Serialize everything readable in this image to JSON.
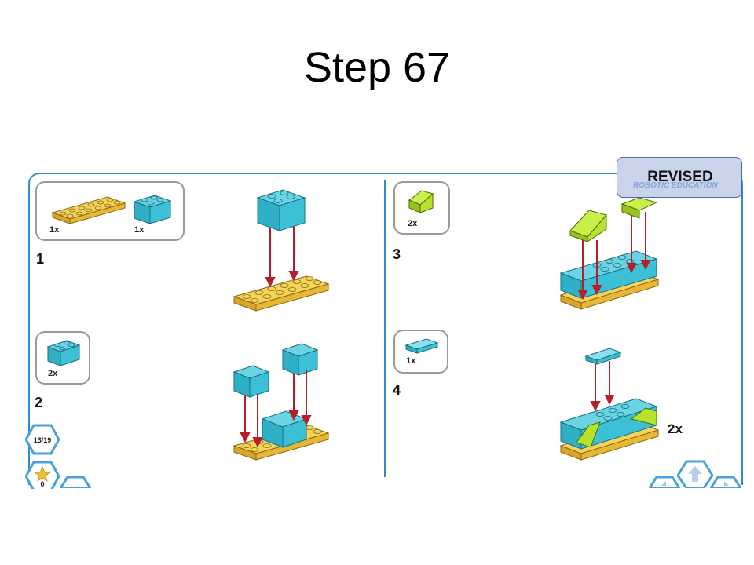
{
  "slide": {
    "title": "Step 67"
  },
  "badge": {
    "label": "REVISED",
    "ghost_text": "ROBOTIC EDUCATION"
  },
  "instructions": {
    "steps": [
      {
        "number": "1",
        "parts": [
          {
            "qty": "1x",
            "part": "yellow 2x6 plate"
          },
          {
            "qty": "1x",
            "part": "teal 2x2 brick"
          }
        ]
      },
      {
        "number": "2",
        "parts": [
          {
            "qty": "2x",
            "part": "teal 2x2 brick"
          }
        ]
      },
      {
        "number": "3",
        "parts": [
          {
            "qty": "2x",
            "part": "lime slope"
          }
        ]
      },
      {
        "number": "4",
        "parts": [
          {
            "qty": "1x",
            "part": "teal tile"
          }
        ],
        "multiplier": "2x"
      }
    ]
  },
  "nav": {
    "page": "13/19",
    "score": "0"
  },
  "colors": {
    "frame": "#2e8bd0",
    "plate": "#f2c440",
    "teal_brick": "#3cc0d6",
    "lime": "#b6e22c",
    "arrow": "#b3202a",
    "badge": "#c9d3ea"
  }
}
